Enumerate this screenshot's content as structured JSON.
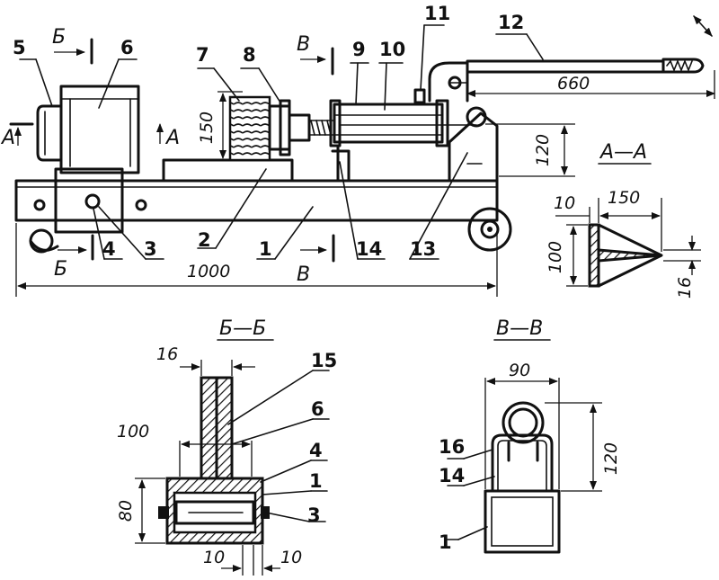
{
  "sections": {
    "main": "А",
    "aa": "А—А",
    "bb": "Б—Б",
    "vv": "В—В",
    "b": "Б",
    "v": "В"
  },
  "parts": [
    "1",
    "2",
    "3",
    "4",
    "5",
    "6",
    "7",
    "8",
    "9",
    "10",
    "11",
    "12",
    "13",
    "14",
    "15",
    "16"
  ],
  "dims": {
    "length": "1000",
    "lever": "660",
    "height_150": "150",
    "height_120": "120",
    "aa_10": "10",
    "aa_150": "150",
    "aa_100": "100",
    "aa_16": "16",
    "bb_16": "16",
    "bb_100": "100",
    "bb_80": "80",
    "bb_10a": "10",
    "bb_10b": "10",
    "vv_90": "90",
    "vv_120": "120"
  }
}
